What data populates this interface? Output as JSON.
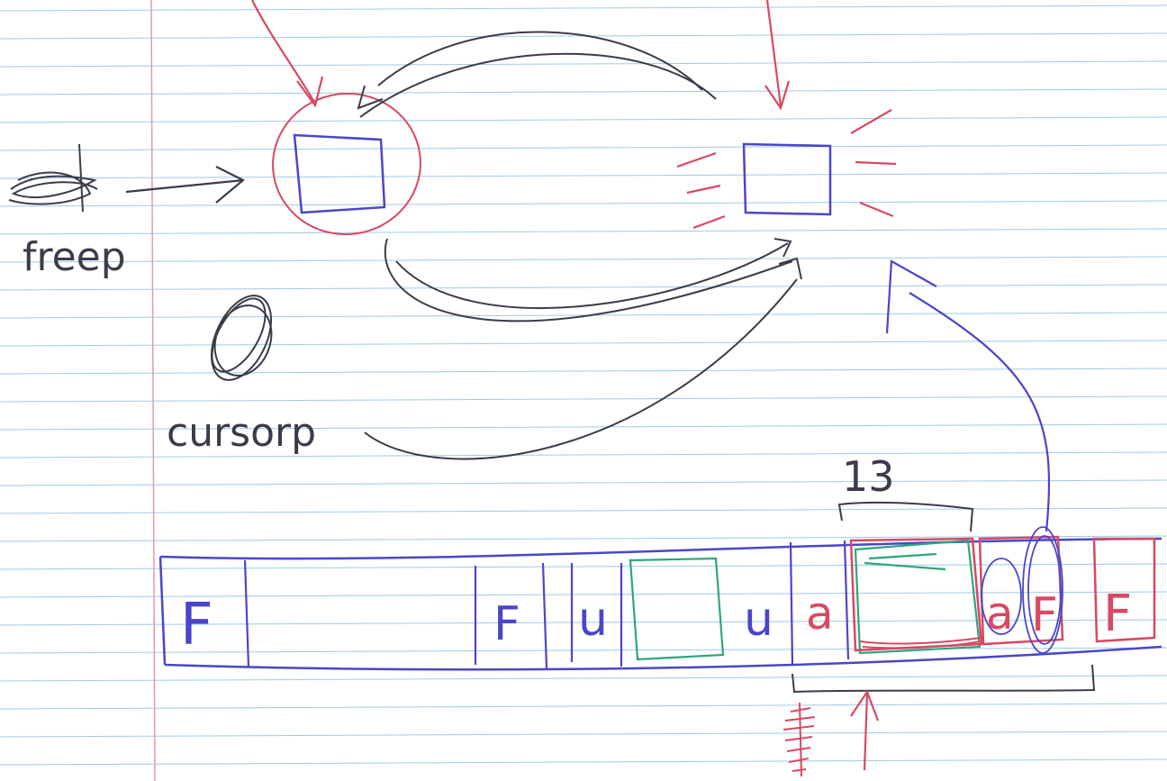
{
  "labels": {
    "freep": "freep",
    "cursorp": "cursorp",
    "size": "13"
  },
  "memory_blocks": {
    "b1": "F",
    "b2": "F",
    "b3": "u",
    "b4": "u",
    "b5": "a",
    "b6": "a",
    "b7": "F",
    "b8": "F"
  },
  "colors": {
    "paper": "#ffffff",
    "rule_line": "#9ecbe3",
    "margin_line": "#e79aa8",
    "blue_ink": "#4b46c8",
    "red_ink": "#d84862",
    "black_ink": "#3b3b4a",
    "green_ink": "#2fa57a"
  }
}
